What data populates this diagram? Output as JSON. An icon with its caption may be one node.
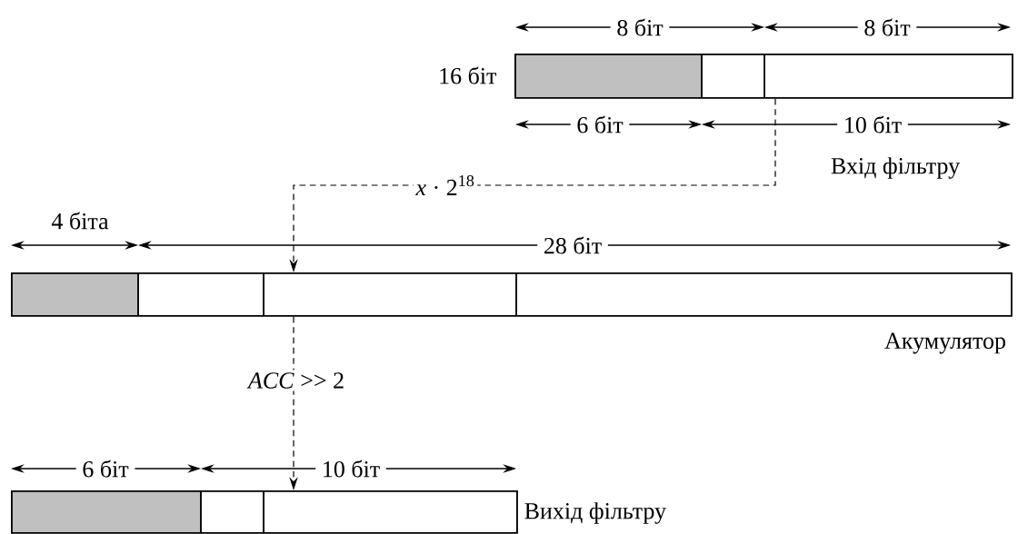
{
  "diagram": {
    "nodes": [
      {
        "text": [],
        "shape": "box",
        "beside": [
          "16 біт",
          "Вхід фільтру"
        ]
      },
      {
        "text": [],
        "shape": "box",
        "beside": [
          "Акумулятор"
        ]
      },
      {
        "text": [],
        "shape": "box",
        "beside": [
          "Вихід фільтру"
        ]
      }
    ],
    "edges": [
      {
        "from": 0,
        "to": 1,
        "arrow": "to",
        "style": "dashed",
        "label": "*x* · 2$^{18}$"
      },
      {
        "from": 1,
        "to": 2,
        "arrow": "to",
        "style": "dashed",
        "label": "*ACC* >> 2"
      }
    ],
    "labels": [
      "8 біт",
      "8 біт",
      "6 біт",
      "10 біт",
      "4 біта",
      "28 біт",
      "6 біт",
      "10 біт"
    ]
  }
}
